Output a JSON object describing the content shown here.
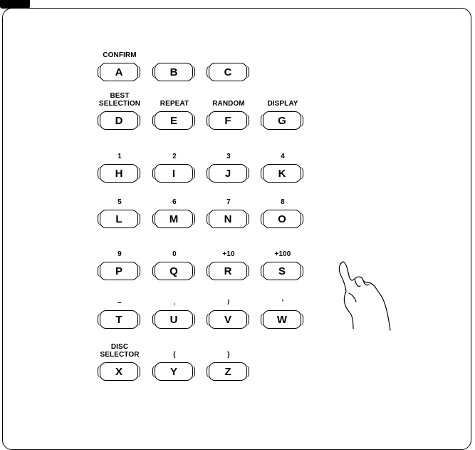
{
  "keys": [
    {
      "id": "a",
      "label": "CONFIRM",
      "letter": "A"
    },
    {
      "id": "b",
      "label": "",
      "letter": "B"
    },
    {
      "id": "c",
      "label": "",
      "letter": "C"
    },
    {
      "id": "d",
      "label": "BEST\nSELECTION",
      "letter": "D"
    },
    {
      "id": "e",
      "label": "REPEAT",
      "letter": "E"
    },
    {
      "id": "f",
      "label": "RANDOM",
      "letter": "F"
    },
    {
      "id": "g",
      "label": "DISPLAY",
      "letter": "G"
    },
    {
      "id": "h",
      "label": "1",
      "letter": "H"
    },
    {
      "id": "i",
      "label": "2",
      "letter": "I"
    },
    {
      "id": "j",
      "label": "3",
      "letter": "J"
    },
    {
      "id": "k",
      "label": "4",
      "letter": "K"
    },
    {
      "id": "l",
      "label": "5",
      "letter": "L"
    },
    {
      "id": "m",
      "label": "6",
      "letter": "M"
    },
    {
      "id": "n",
      "label": "7",
      "letter": "N"
    },
    {
      "id": "o",
      "label": "8",
      "letter": "O"
    },
    {
      "id": "p",
      "label": "9",
      "letter": "P"
    },
    {
      "id": "q",
      "label": "0",
      "letter": "Q"
    },
    {
      "id": "r",
      "label": "+10",
      "letter": "R"
    },
    {
      "id": "s",
      "label": "+100",
      "letter": "S"
    },
    {
      "id": "t",
      "label": "–",
      "letter": "T"
    },
    {
      "id": "u",
      "label": ".",
      "letter": "U"
    },
    {
      "id": "v",
      "label": "/",
      "letter": "V"
    },
    {
      "id": "w",
      "label": "'",
      "letter": "W"
    },
    {
      "id": "x",
      "label": "DISC\nSELECTOR",
      "letter": "X"
    },
    {
      "id": "y",
      "label": "(",
      "letter": "Y"
    },
    {
      "id": "z",
      "label": ")",
      "letter": "Z"
    }
  ],
  "icons": {
    "hand": "pointing-hand-icon"
  }
}
